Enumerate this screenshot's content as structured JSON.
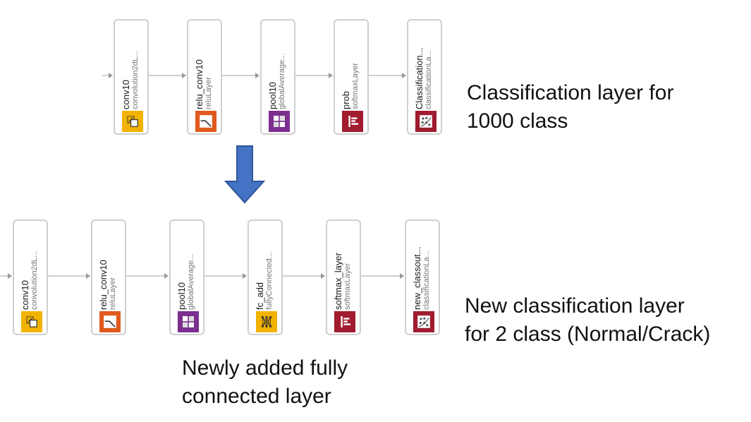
{
  "original_network": {
    "layers": [
      {
        "name": "conv10",
        "type": "convolution2dL...",
        "icon": "convolution-icon",
        "color": "#f2b200"
      },
      {
        "name": "relu_conv10",
        "type": "reluLayer",
        "icon": "relu-icon",
        "color": "#e05a1e"
      },
      {
        "name": "pool10",
        "type": "globalAverage...",
        "icon": "pooling-icon",
        "color": "#7b2f8f"
      },
      {
        "name": "prob",
        "type": "softmaxLayer",
        "icon": "softmax-icon",
        "color": "#a01c2e"
      },
      {
        "name": "Classification...",
        "type": "classificationLa...",
        "icon": "classification-icon",
        "color": "#a01c2e"
      }
    ],
    "annotation": [
      "Classification layer for",
      "1000 class"
    ]
  },
  "transition_arrow": {
    "icon": "arrow-down-icon",
    "color": "#4472c4"
  },
  "modified_network": {
    "layers": [
      {
        "name": "conv10",
        "type": "convolution2dL...",
        "icon": "convolution-icon",
        "color": "#f2b200"
      },
      {
        "name": "relu_conv10",
        "type": "reluLayer",
        "icon": "relu-icon",
        "color": "#e05a1e"
      },
      {
        "name": "pool10",
        "type": "globalAverage...",
        "icon": "pooling-icon",
        "color": "#7b2f8f"
      },
      {
        "name": "fc_add",
        "type": "fullyConnected...",
        "icon": "fully-connected-icon",
        "color": "#f2b200"
      },
      {
        "name": "softmax_layer",
        "type": "softmaxLayer",
        "icon": "softmax-icon",
        "color": "#a01c2e"
      },
      {
        "name": "new_classout...",
        "type": "classificationLa...",
        "icon": "classification-icon",
        "color": "#a01c2e"
      }
    ],
    "annotation": [
      "New classification layer",
      "for 2 class (Normal/Crack)"
    ],
    "fc_annotation": [
      "Newly added fully",
      "connected layer"
    ]
  }
}
